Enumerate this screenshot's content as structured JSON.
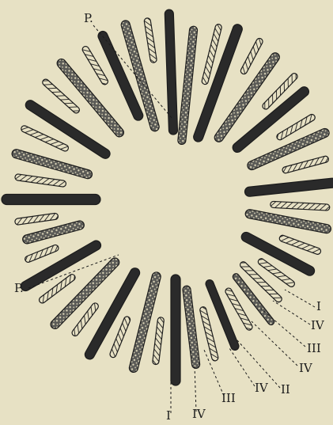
{
  "colors": {
    "paper": "#e7e1c4",
    "ink": "#1c1c1c",
    "dark_rod": "#2a2a2a",
    "speckled_rod": "#8a8a84"
  },
  "labels": {
    "p_top": "P.",
    "p_left": "P.",
    "right_1": "I",
    "right_2": "IV",
    "right_3": "III",
    "right_4": "IV",
    "right_5": "II",
    "bottom_1": "IV",
    "bottom_2": "III",
    "bottom_3": "IV",
    "bottom_4": "I"
  }
}
